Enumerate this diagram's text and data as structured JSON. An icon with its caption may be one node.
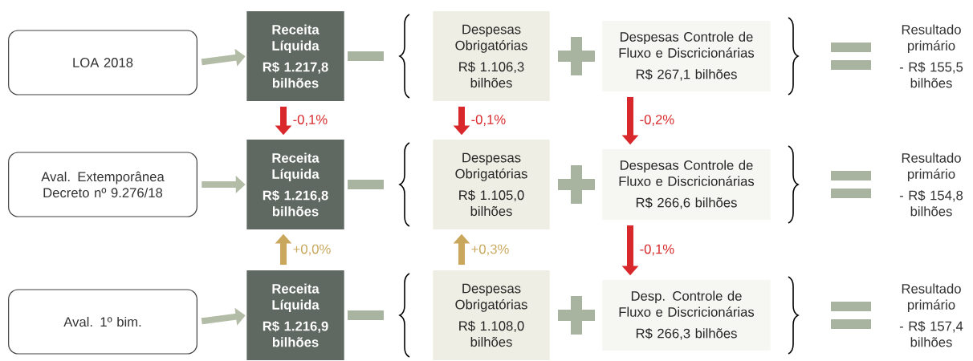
{
  "diagram": {
    "nodes": [
      {
        "text": [
          "LOA 2018"
        ]
      },
      {
        "text": [
          "Receita Líquida",
          "R$ 1.217,8 bilhões"
        ]
      },
      {
        "text": [
          "Despesas Obrigatórias",
          "R$ 1.106,3 bilhões"
        ]
      },
      {
        "text": [
          "Despesas Controle de Fluxo e Discricionárias",
          "R$ 267,1 bilhões"
        ]
      },
      {
        "text": [
          "Resultado primário",
          "- R$ 155,5 bilhões"
        ]
      },
      {
        "text": [
          "Aval. Extemporânea Decreto nº 9.276/18"
        ]
      },
      {
        "text": [
          "Receita Líquida",
          "R$ 1.216,8 bilhões"
        ]
      },
      {
        "text": [
          "Despesas Obrigatórias",
          "R$ 1.105,0 bilhões"
        ]
      },
      {
        "text": [
          "Despesas Controle de Fluxo e Discricionárias",
          "R$ 266,6 bilhões"
        ]
      },
      {
        "text": [
          "Resultado primário",
          "- R$ 154,8 bilhões"
        ]
      },
      {
        "text": [
          "Aval. 1º bim."
        ]
      },
      {
        "text": [
          "Receita Líquida",
          "R$ 1.216,9 bilhões"
        ]
      },
      {
        "text": [
          "Despesas Obrigatórias",
          "R$ 1.108,0 bilhões"
        ]
      },
      {
        "text": [
          "Desp. Controle de Fluxo e Discricionárias",
          "R$ 266,3 bilhões"
        ]
      },
      {
        "text": [
          "Resultado primário",
          "- R$ 157,4 bilhões"
        ]
      }
    ],
    "edges": [
      {
        "from": 0,
        "to": 1,
        "arrow": "to",
        "color": "#b3bca6"
      },
      {
        "from": 5,
        "to": 6,
        "arrow": "to",
        "color": "#b3bca6"
      },
      {
        "from": 10,
        "to": 11,
        "arrow": "to",
        "color": "#b3bca6"
      },
      {
        "from": 1,
        "to": 6,
        "arrow": "to",
        "label": "-0,1%",
        "color": "#d9282b"
      },
      {
        "from": 2,
        "to": 7,
        "arrow": "to",
        "label": "-0,1%",
        "color": "#d9282b"
      },
      {
        "from": 3,
        "to": 8,
        "arrow": "to",
        "label": "-0,2%",
        "color": "#d9282b"
      },
      {
        "from": 11,
        "to": 6,
        "arrow": "to",
        "label": "+0,0%",
        "color": "#c9a85e"
      },
      {
        "from": 12,
        "to": 7,
        "arrow": "to",
        "label": "+0,3%",
        "color": "#c9a85e"
      },
      {
        "from": 8,
        "to": 13,
        "arrow": "to",
        "label": "-0,1%",
        "color": "#d9282b"
      }
    ]
  }
}
